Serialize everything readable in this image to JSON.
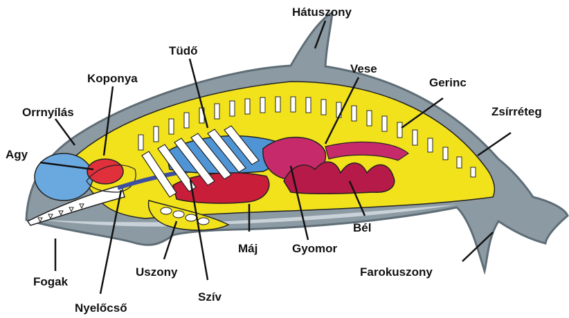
{
  "labels": {
    "hatuszony": "Hátuszony",
    "tudo": "Tüdő",
    "vese": "Vese",
    "koponya": "Koponya",
    "gerinc": "Gerinc",
    "orrnyilas": "Orrnyílás",
    "zsirreteg": "Zsírréteg",
    "agy": "Agy",
    "bel": "Bél",
    "fogak": "Fogak",
    "maj": "Máj",
    "gyomor": "Gyomor",
    "uszony": "Uszony",
    "farokuszony": "Farokuszony",
    "sziv": "Szív",
    "nyelocso": "Nyelőcső"
  },
  "colors": {
    "skin": "#8c9aa3",
    "skin_dark": "#5f6d76",
    "belly": "#c9d2d8",
    "fat_layer": "#f2e21c",
    "brain": "#e0303c",
    "nostril": "#6aa8e0",
    "lung": "#4f95d6",
    "liver": "#c81e3a",
    "stomach": "#c72a6b",
    "intestine": "#b51a48",
    "esophagus": "#3d4fa0",
    "bone": "#ffffff"
  }
}
